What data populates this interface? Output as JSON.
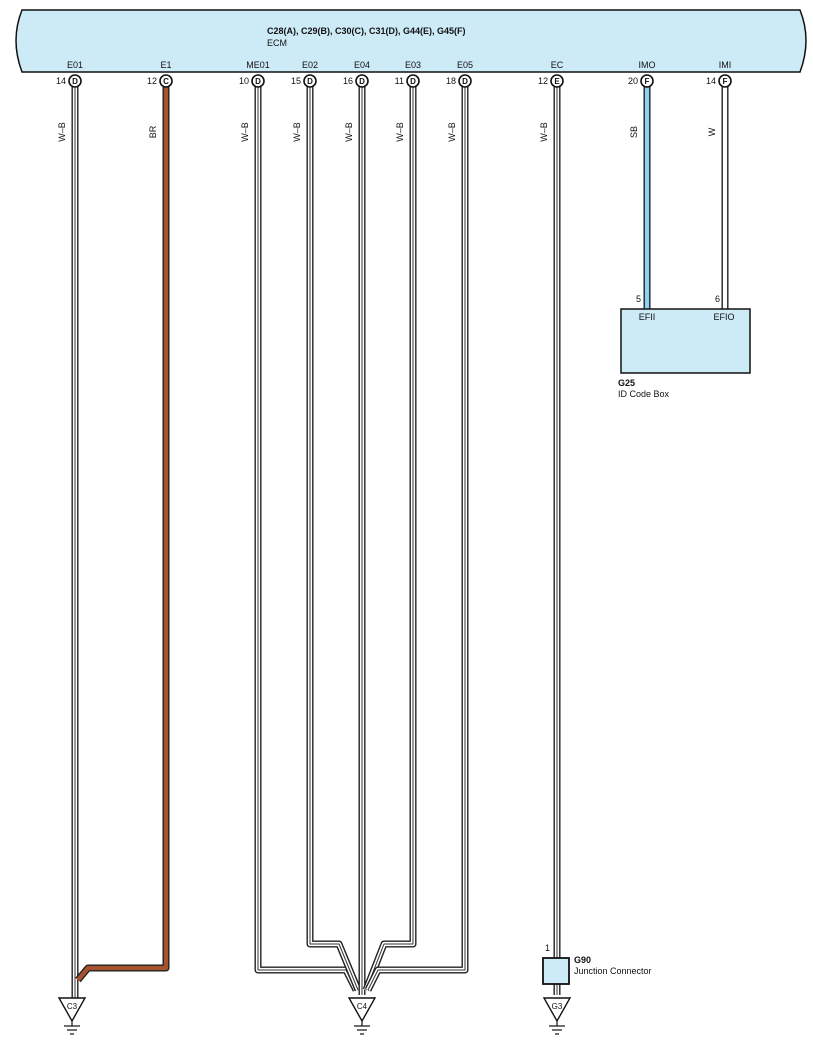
{
  "ecm": {
    "connectors": "C28(A), C29(B), C30(C), C31(D), G44(E), G45(F)",
    "name": "ECM",
    "fill": "#cdeaf7",
    "pins": [
      {
        "label": "E01",
        "number": "14",
        "connector": "D",
        "wire": "W–B"
      },
      {
        "label": "E1",
        "number": "12",
        "connector": "C",
        "wire": "BR"
      },
      {
        "label": "ME01",
        "number": "10",
        "connector": "D",
        "wire": "W–B"
      },
      {
        "label": "E02",
        "number": "15",
        "connector": "D",
        "wire": "W–B"
      },
      {
        "label": "E04",
        "number": "16",
        "connector": "D",
        "wire": "W–B"
      },
      {
        "label": "E03",
        "number": "11",
        "connector": "D",
        "wire": "W–B"
      },
      {
        "label": "E05",
        "number": "18",
        "connector": "D",
        "wire": "W–B"
      },
      {
        "label": "EC",
        "number": "12",
        "connector": "E",
        "wire": "W–B"
      },
      {
        "label": "IMO",
        "number": "20",
        "connector": "F",
        "wire": "SB"
      },
      {
        "label": "IMI",
        "number": "14",
        "connector": "F",
        "wire": "W"
      }
    ]
  },
  "wire_colors": {
    "W–B": "#ffffff",
    "BR": "#a9522f",
    "SB": "#8fd3f2",
    "W": "#ffffff"
  },
  "id_code_box": {
    "id": "G25",
    "name": "ID Code Box",
    "fill": "#cdeaf7",
    "pins": [
      {
        "number": "5",
        "label": "EFII"
      },
      {
        "number": "6",
        "label": "EFIO"
      }
    ]
  },
  "junction": {
    "id": "G90",
    "name": "Junction Connector",
    "pin": "1",
    "fill": "#cdeaf7"
  },
  "grounds": [
    "C3",
    "C4",
    "G3"
  ]
}
